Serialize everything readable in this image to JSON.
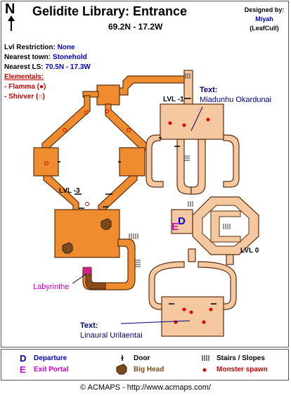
{
  "title": "Gelidite Library: Entrance",
  "coordinates": "69.2N - 17.2W",
  "compass": "N",
  "credits": {
    "designed_by": "Designed by:",
    "author": "Miyah",
    "guild": "(LeafCull)"
  },
  "info": {
    "lvl_restriction_label": "Lvl Restriction:",
    "lvl_restriction_value": "None",
    "nearest_town_label": "Nearest town:",
    "nearest_town_value": "Stonehold",
    "nearest_ls_label": "Nearest LS:",
    "nearest_ls_value": "70.5N - 17.3W",
    "elementals_label": "Elementals:",
    "elementals": [
      "- Flamma  (●)",
      "- Shivver  (○)"
    ]
  },
  "map_labels": {
    "lvl_minus1": "LVL -1",
    "lvl_minus3": "LVL -3",
    "lvl_0": "LVL 0",
    "labyrinthe": "Labyrinthe",
    "departure_marker": "D",
    "exit_marker": "E",
    "text1_heading": "Text:",
    "text1_value": "Miadunhu Okardunai",
    "text2_heading": "Text:",
    "text2_value": "Linaural Urilaentai"
  },
  "legend": {
    "departure_symbol": "D",
    "departure": "Departure",
    "exit_symbol": "E",
    "exit": "Exit Portal",
    "door": "Door",
    "big_head": "Big Head",
    "stairs": "Stairs / Slopes",
    "monster": "Monster spawn"
  },
  "footer": "© ACMAPS - http://www.acmaps.com/",
  "colors": {
    "lvl_minus3": "#f08c30",
    "lvl_minus1": "#f5c8a0",
    "outline": "#5a3010",
    "monster": "#dd0000",
    "big_head": "#7a4a1c",
    "labyrinthe_corridor": "#8b4a1a"
  }
}
